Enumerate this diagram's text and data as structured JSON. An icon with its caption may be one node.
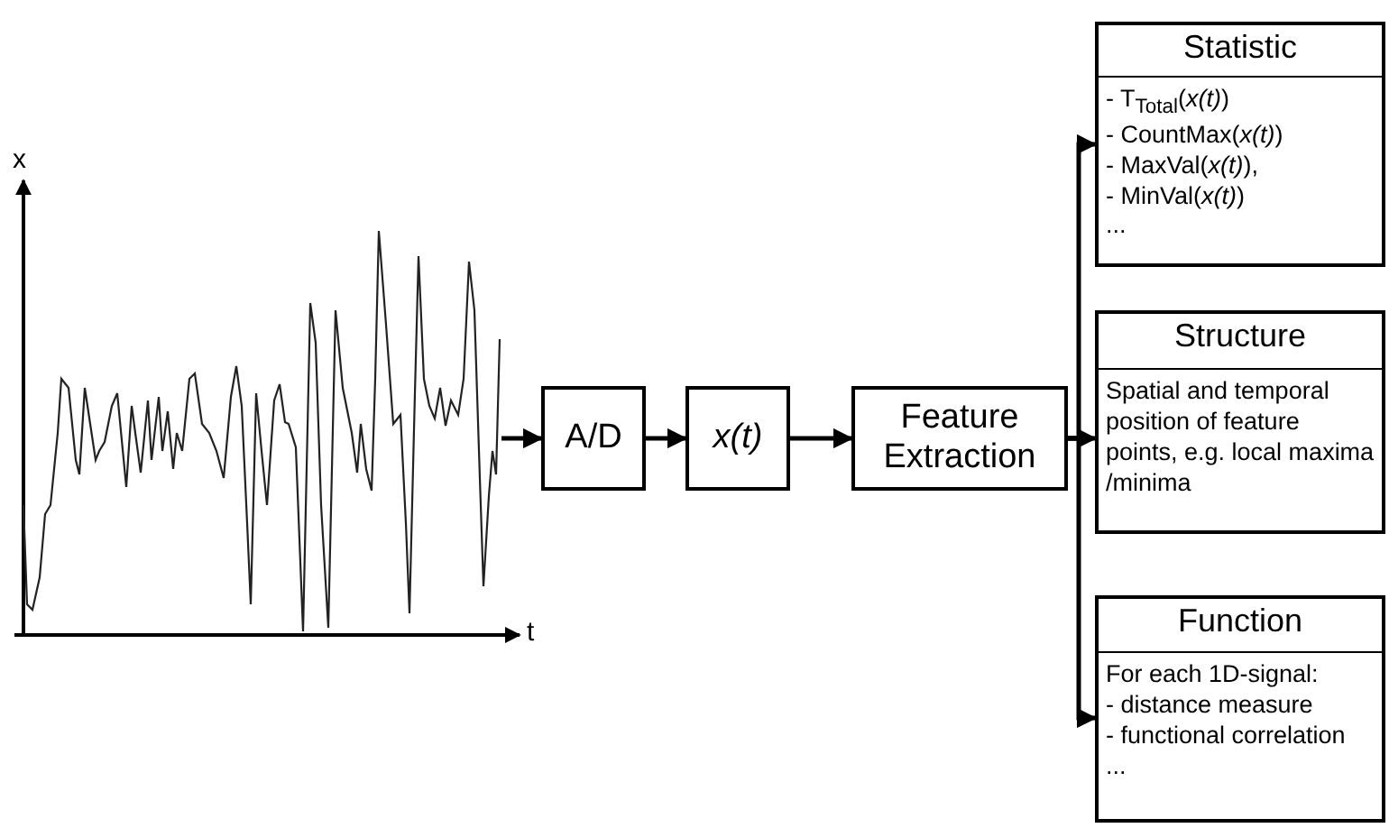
{
  "diagram": {
    "nodes": [
      {
        "text": [],
        "shape": "picture"
      },
      {
        "text": [
          "A/D"
        ]
      },
      {
        "text": [
          "x(t)"
        ]
      },
      {
        "text": [
          "Feature Extraction"
        ]
      },
      {
        "text": [
          "Statistic",
          "- T$_{Total}$(*x(t)*)",
          "- CountMax(*x(t)*)",
          "- MaxVal(*x(t)*),",
          "- MinVal(*x(t)*)",
          "..."
        ]
      },
      {
        "text": [
          "Structure",
          "Spatial and temporal position of feature points, e.g. local maxima /minima"
        ]
      },
      {
        "text": [
          "Function",
          "For each 1D-signal:",
          "- distance measure",
          "- functional correlation",
          "..."
        ]
      }
    ],
    "edges": [
      {
        "from": 0,
        "to": 1,
        "arrow": "to"
      },
      {
        "from": 1,
        "to": 2,
        "arrow": "to"
      },
      {
        "from": 2,
        "to": 3,
        "arrow": "to"
      },
      {
        "from": 3,
        "to": 4,
        "arrow": "to"
      },
      {
        "from": 3,
        "to": 5,
        "arrow": "to"
      },
      {
        "from": 3,
        "to": 6,
        "arrow": "to"
      }
    ],
    "labels": [
      "x",
      "t"
    ]
  }
}
